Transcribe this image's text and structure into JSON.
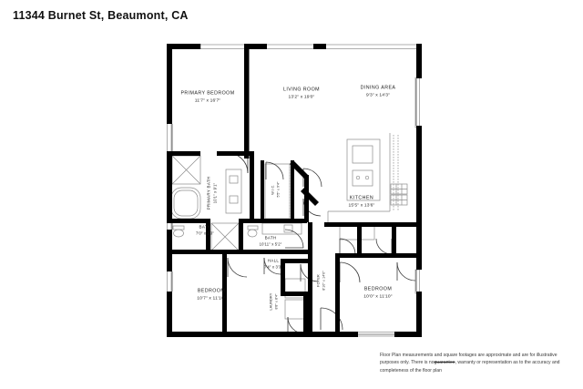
{
  "header": {
    "title": "11344 Burnet St, Beaumont, CA"
  },
  "floorplan": {
    "rooms": [
      {
        "id": "primary-bedroom",
        "name": "PRIMARY BEDROOM",
        "dimensions": "11'7\" x 16'7\""
      },
      {
        "id": "living-room",
        "name": "LIVING ROOM",
        "dimensions": "13'2\" x 19'0\""
      },
      {
        "id": "dining-area",
        "name": "DINING AREA",
        "dimensions": "9'3\" x 14'3\""
      },
      {
        "id": "primary-bath",
        "name": "PRIMARY BATH",
        "dimensions": "10'1\" x 9'1\""
      },
      {
        "id": "walk-in-closet",
        "name": "W.I.C.",
        "dimensions": "5'5\" x 9'4\""
      },
      {
        "id": "kitchen",
        "name": "KITCHEN",
        "dimensions": "15'5\" x 13'6\""
      },
      {
        "id": "bath-half",
        "name": "BATH",
        "dimensions": "7'0\" x 2'3\""
      },
      {
        "id": "bath-hall",
        "name": "BATH",
        "dimensions": "10'11\" x 5'2\""
      },
      {
        "id": "hall",
        "name": "HALL",
        "dimensions": "7'4\" x 3'3\""
      },
      {
        "id": "laundry",
        "name": "LAUNDRY",
        "dimensions": "8'8\" x 8'4\""
      },
      {
        "id": "foyer",
        "name": "FOYER",
        "dimensions": "8'10\" x 14'0\""
      },
      {
        "id": "bedroom-left",
        "name": "BEDROOM",
        "dimensions": "10'7\" x 11'10\""
      },
      {
        "id": "bedroom-right",
        "name": "BEDROOM",
        "dimensions": "10'0\" x 11'10\""
      }
    ]
  },
  "disclaimer": {
    "line1": "Floor Plan measurements and square footages are approximate and are for",
    "line2_pre": "illustrative purposes only. There is no",
    "line2_strike": "guarantee",
    "line2_post": ", warranty or representation",
    "line3": "as to the accuracy and completeness of the floor plan"
  },
  "colors": {
    "wall": "#000000",
    "fixture_line": "#9a9a9a",
    "text": "#1b1b1b",
    "background": "#ffffff"
  }
}
